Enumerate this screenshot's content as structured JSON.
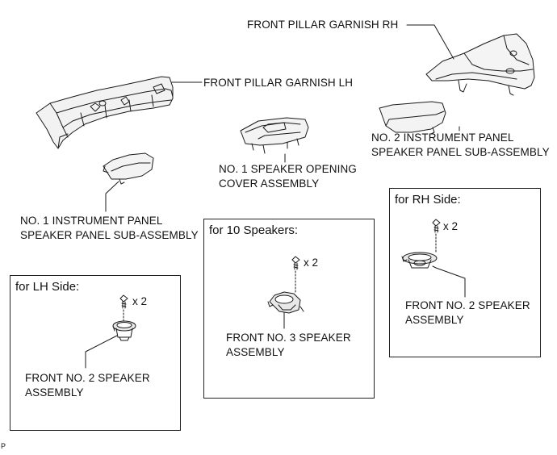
{
  "labels": {
    "front_pillar_garnish_rh": "FRONT PILLAR GARNISH RH",
    "front_pillar_garnish_lh": "FRONT PILLAR GARNISH LH",
    "no2_ip_speaker_panel_l1": "NO. 2 INSTRUMENT PANEL",
    "no2_ip_speaker_panel_l2": "SPEAKER PANEL SUB-ASSEMBLY",
    "no1_speaker_cover_l1": "NO. 1 SPEAKER OPENING",
    "no1_speaker_cover_l2": "COVER ASSEMBLY",
    "no1_ip_speaker_panel_l1": "NO. 1 INSTRUMENT PANEL",
    "no1_ip_speaker_panel_l2": "SPEAKER PANEL SUB-ASSEMBLY",
    "footer_mark": "P"
  },
  "boxes": {
    "rh_side": {
      "title": "for RH Side:",
      "qty": "x 2",
      "part_l1": "FRONT NO. 2 SPEAKER",
      "part_l2": "ASSEMBLY"
    },
    "ten_speakers": {
      "title": "for 10 Speakers:",
      "qty": "x 2",
      "part_l1": "FRONT NO. 3 SPEAKER",
      "part_l2": "ASSEMBLY"
    },
    "lh_side": {
      "title": "for LH Side:",
      "qty": "x 2",
      "part_l1": "FRONT NO. 2 SPEAKER",
      "part_l2": "ASSEMBLY"
    }
  }
}
